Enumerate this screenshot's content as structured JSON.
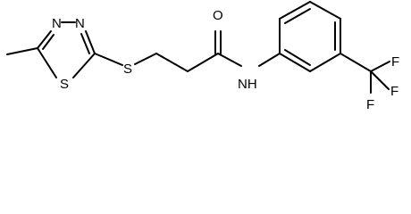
{
  "structure": {
    "atoms": {
      "thiadiazole_n1": "N",
      "thiadiazole_n2": "N",
      "thiadiazole_s": "S",
      "thioether_s": "S",
      "carbonyl_o": "O",
      "amide_nh": "NH",
      "fluorine_1": "F",
      "fluorine_2": "F",
      "fluorine_3": "F"
    }
  },
  "colors": {
    "bond": "#000000",
    "label": "#000000",
    "background": "#ffffff"
  }
}
